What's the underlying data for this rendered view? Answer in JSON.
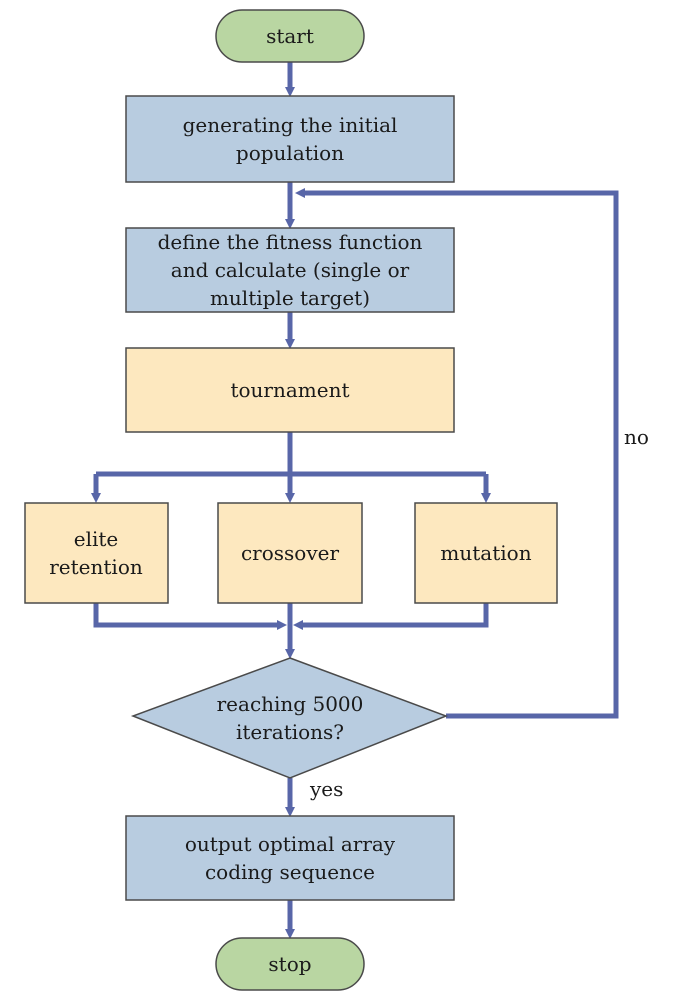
{
  "colors": {
    "terminal_fill": "#b9d6a2",
    "process_fill": "#b8cce0",
    "operator_fill": "#fde8bf",
    "decision_fill": "#b8cce0",
    "stroke": "#4a4a4a",
    "arrow": "#5866a8"
  },
  "nodes": {
    "start": {
      "lines": [
        "start"
      ]
    },
    "init": {
      "lines": [
        "generating the initial",
        "population"
      ]
    },
    "fitness": {
      "lines": [
        "define the fitness function",
        "and calculate (single or",
        "multiple target)"
      ]
    },
    "tournament": {
      "lines": [
        "tournament"
      ]
    },
    "elite": {
      "lines": [
        "elite",
        "retention"
      ]
    },
    "crossover": {
      "lines": [
        "crossover"
      ]
    },
    "mutation": {
      "lines": [
        "mutation"
      ]
    },
    "decision": {
      "lines": [
        "reaching 5000",
        "iterations?"
      ]
    },
    "output": {
      "lines": [
        "output optimal array",
        "coding sequence"
      ]
    },
    "stop": {
      "lines": [
        "stop"
      ]
    }
  },
  "edge_labels": {
    "no": "no",
    "yes": "yes"
  }
}
